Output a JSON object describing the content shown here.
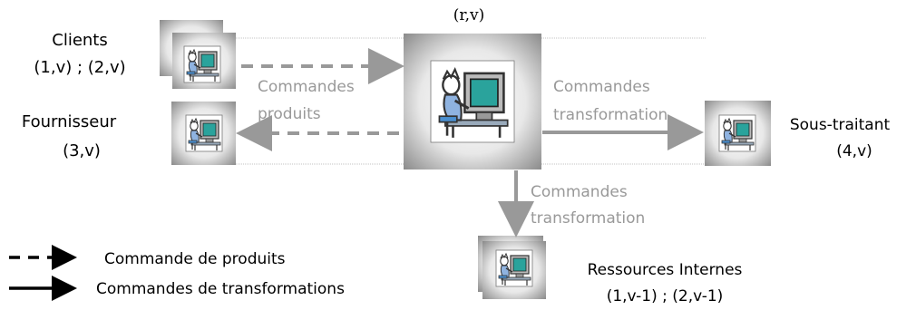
{
  "nodes": {
    "center": {
      "label": "(r,v)"
    },
    "clients": {
      "label": "Clients",
      "sub": "(1,v) ; (2,v)"
    },
    "fournisseur": {
      "label": "Fournisseur",
      "sub": "(3,v)"
    },
    "sous_traitant": {
      "label": "Sous-traitant",
      "sub": "(4,v)"
    },
    "ressources": {
      "label": "Ressources Internes",
      "sub": "(1,v-1) ; (2,v-1)"
    }
  },
  "edges": {
    "commandes_produits": [
      "Commandes",
      "produits"
    ],
    "transformation_right": [
      "Commandes",
      "transformation"
    ],
    "transformation_down": [
      "Commandes",
      "transformation"
    ]
  },
  "legend": {
    "dashed": "Commande de produits",
    "solid": "Commandes de transformations"
  },
  "colors": {
    "arrow": "#999999",
    "legend_arrow": "#000000",
    "screen_accent": "#2aa39c"
  },
  "icons": {
    "computer_user": "person-at-computer-icon"
  }
}
